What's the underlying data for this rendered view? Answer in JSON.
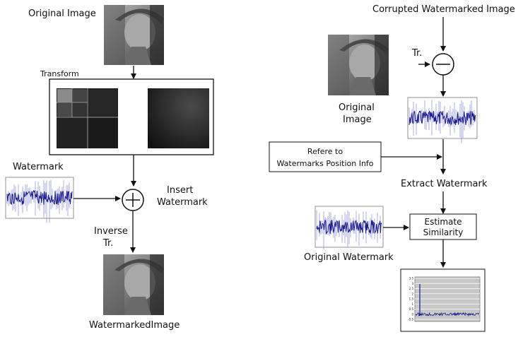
{
  "embedding": {
    "original_image_label": "Original Image",
    "transform_label": "Transform",
    "watermark_label": "Watermark",
    "insert_label_line1": "Insert",
    "insert_label_line2": "Watermark",
    "inverse_label_line1": "Inverse",
    "inverse_label_line2": "Tr.",
    "watermarked_image_label": "WatermarkedImage"
  },
  "extraction": {
    "corrupted_label": "Corrupted Watermarked Image",
    "tr_label": "Tr.",
    "original_image_label_line1": "Original",
    "original_image_label_line2": "Image",
    "refer_box_line1": "Refere to",
    "refer_box_line2": "Watermarks Position Info",
    "extract_label": "Extract Watermark",
    "estimate_box_line1": "Estimate",
    "estimate_box_line2": "Similarity",
    "original_watermark_label": "Original Watermark"
  },
  "similarity_chart": {
    "y_tick_labels": [
      "3.5",
      "3",
      "2.5",
      "2",
      "1.5",
      "1",
      "0.5",
      "0",
      "-0.5"
    ]
  },
  "colors": {
    "signal": "#1a1a8c",
    "signal_light": "#8a8ad0",
    "chart_bg": "#c8c8c8"
  }
}
